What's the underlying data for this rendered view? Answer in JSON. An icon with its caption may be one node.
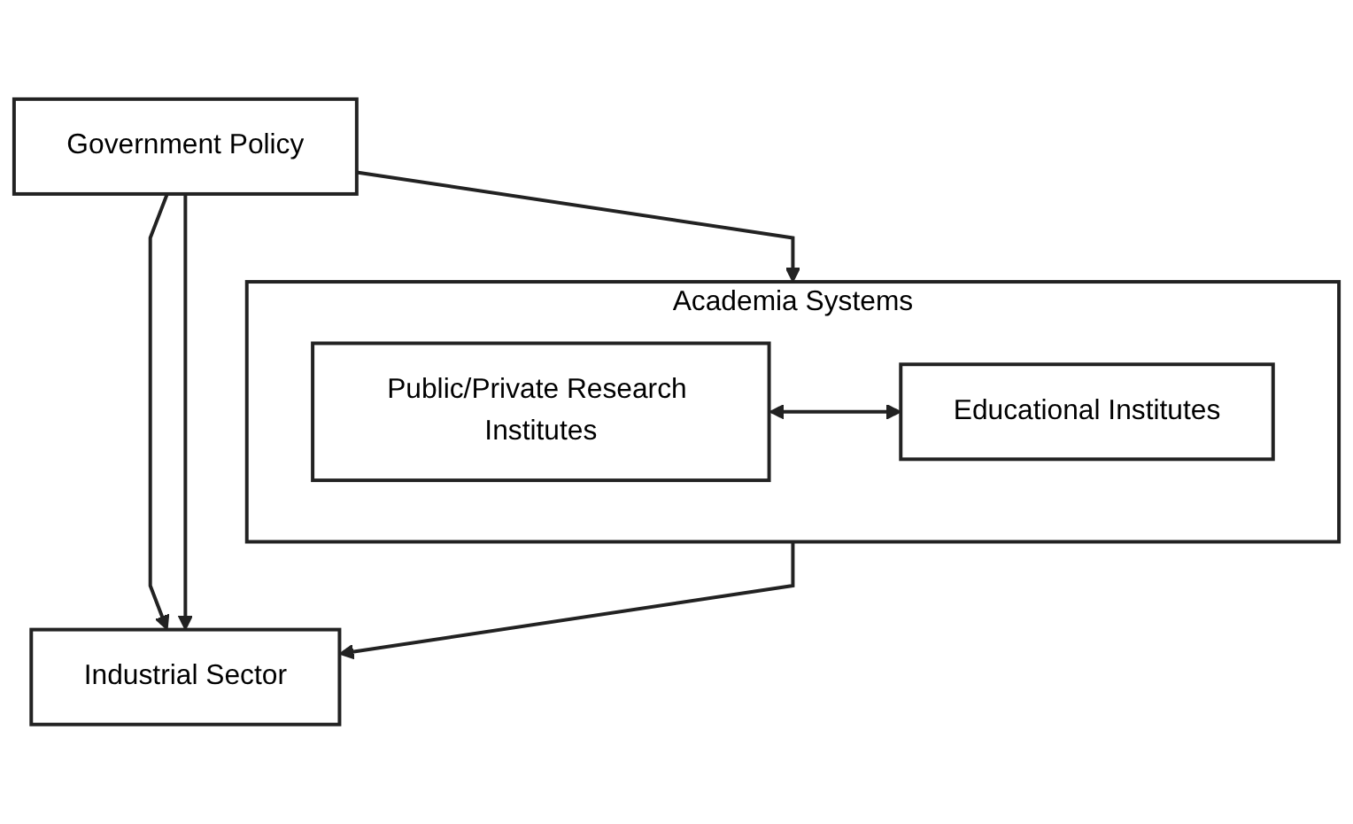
{
  "diagram": {
    "nodes": [
      {
        "text": [
          "Government Policy"
        ]
      },
      {
        "text": [
          "Academia Systems"
        ]
      },
      {
        "text": [
          "Public/Private Research Institutes"
        ],
        "in": 1
      },
      {
        "text": [
          "Educational Institutes"
        ],
        "in": 1
      },
      {
        "text": [
          "Industrial Sector"
        ]
      }
    ],
    "edges": [
      {
        "from": 0,
        "to": 1,
        "arrow": "to"
      },
      {
        "from": 2,
        "to": 3,
        "arrow": "both"
      },
      {
        "from": 1,
        "to": 4,
        "arrow": "to"
      },
      {
        "from": 0,
        "to": 4,
        "arrow": "to"
      },
      {
        "from": 0,
        "to": 4,
        "arrow": "to"
      }
    ]
  }
}
